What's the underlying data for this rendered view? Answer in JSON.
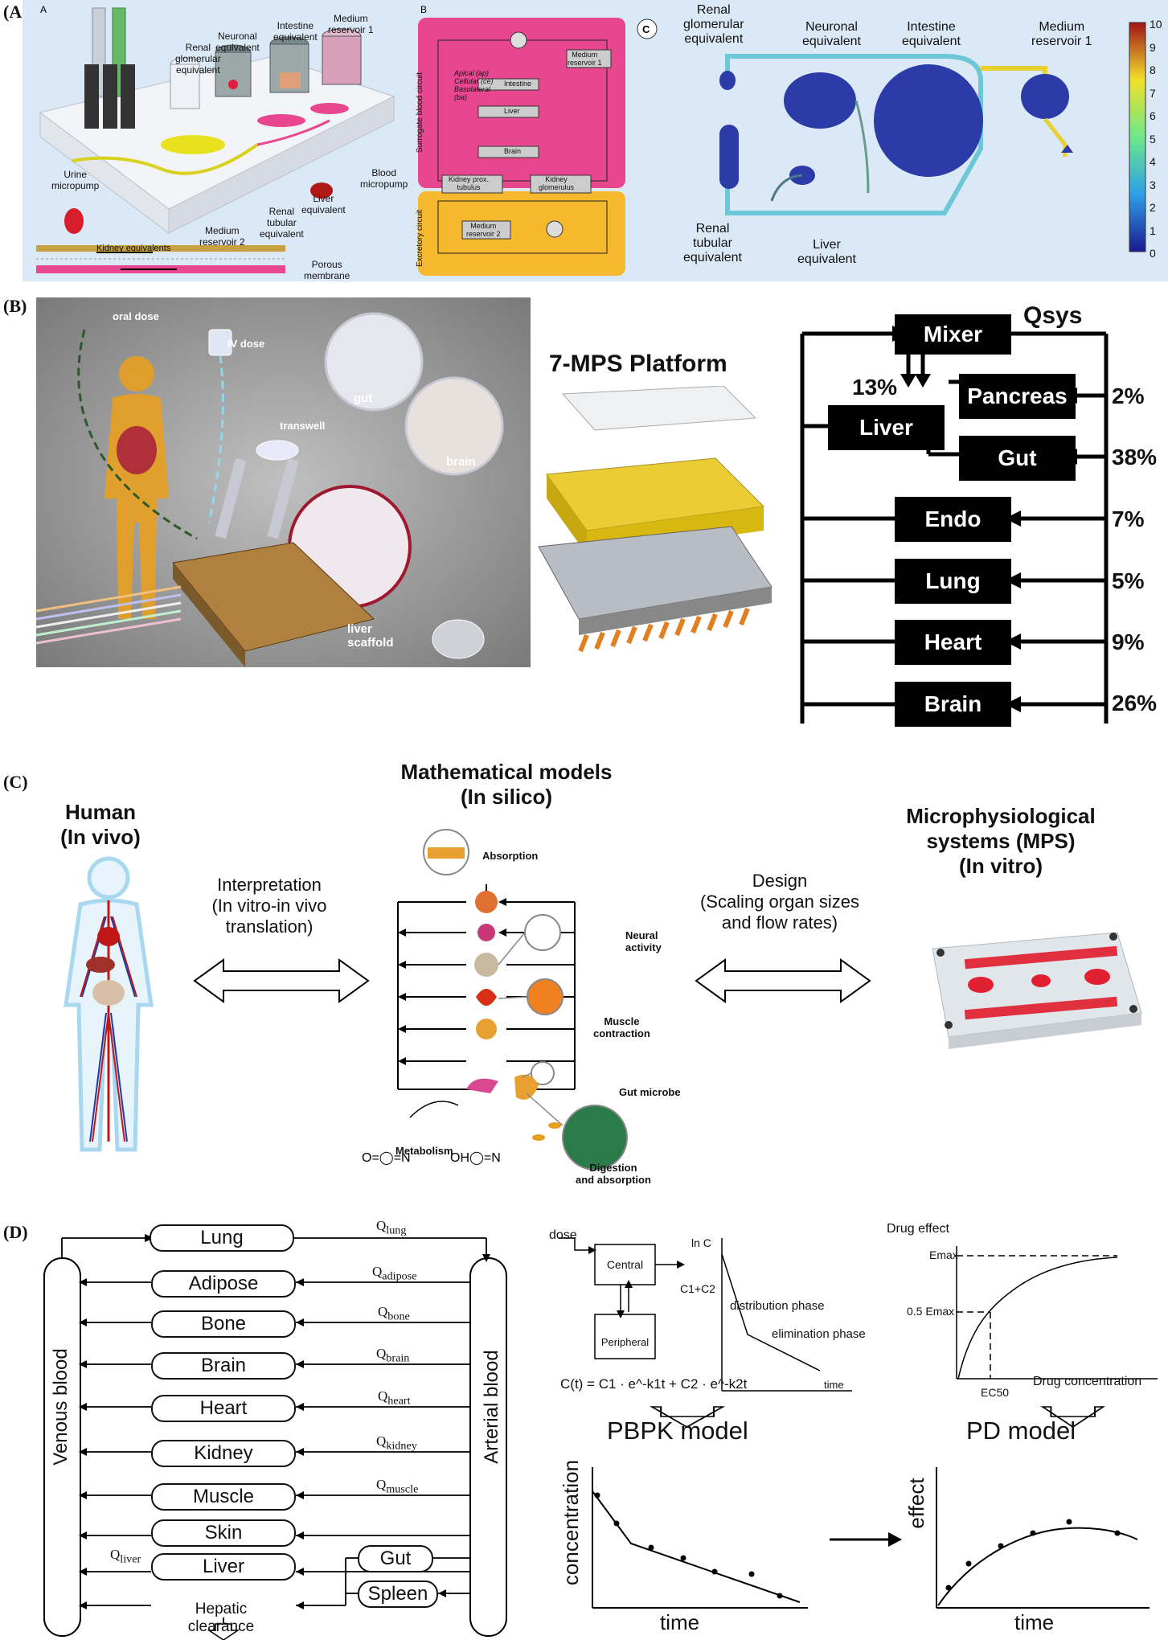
{
  "panels": {
    "a": "(A)",
    "b": "(B)",
    "c": "(C)",
    "d": "(D)"
  },
  "panel_a": {
    "sub_a": "A",
    "sub_b": "B",
    "sub_c": "C",
    "chip_labels": {
      "renal_glom": "Renal\nglomerular\nequivalent",
      "neuronal": "Neuronal\nequivalent",
      "intestine": "Intestine\nequivalent",
      "medium1": "Medium\nreservoir 1",
      "urine_pump": "Urine\nmicropump",
      "blood_pump": "Blood\nmicropump",
      "liver": "Liver\nequivalent",
      "renal_tub": "Renal\ntubular\nequivalent",
      "medium2": "Medium\nreservoir 2",
      "kidney_eq": "Kidney equivalents",
      "porous": "Porous\nmembrane"
    },
    "circuit": {
      "surrogate": "Surrogate blood circuit",
      "excretory": "Excretory circuit",
      "medium1": "Medium\nreservoir 1",
      "intestine": "Intestine",
      "liver": "Liver",
      "brain": "Brain",
      "kidney_prox": "Kidney prox.\ntubulus",
      "kidney_glom": "Kidney\nglomerulus",
      "medium2": "Medium\nreservoir 2",
      "layers": "Apical (ap)\nCellular (ce)\nBasolateral\n(ba)",
      "ba": "ba",
      "ce": "ce",
      "ap": "ap"
    },
    "sim": {
      "renal_glom": "Renal\nglomerular\nequivalent",
      "neuronal": "Neuronal\nequivalent",
      "intestine": "Intestine\nequivalent",
      "medium1": "Medium\nreservoir 1",
      "renal_tub": "Renal\ntubular\nequivalent",
      "liver": "Liver\nequivalent",
      "colorbar_ticks": [
        "10",
        "9",
        "8",
        "7",
        "6",
        "5",
        "4",
        "3",
        "2",
        "1",
        "0"
      ]
    }
  },
  "panel_b": {
    "oral_dose": "oral dose",
    "iv_dose": "IV dose",
    "gut": "gut",
    "brain": "brain",
    "transwell": "transwell",
    "liver_scaffold": "liver\nscaffold",
    "platform_title": "7-MPS Platform",
    "qsys": "Qsys",
    "boxes": {
      "mixer": "Mixer",
      "liver": "Liver",
      "pancreas": "Pancreas",
      "gut": "Gut",
      "endo": "Endo",
      "lung": "Lung",
      "heart": "Heart",
      "brain": "Brain"
    },
    "percents": {
      "liver": "13%",
      "pancreas": "2%",
      "gut": "38%",
      "endo": "7%",
      "lung": "5%",
      "heart": "9%",
      "brain": "26%"
    }
  },
  "panel_c": {
    "human_title": "Human\n(In vivo)",
    "math_title": "Mathematical models\n(In silico)",
    "mps_title": "Microphysiological\nsystems (MPS)\n(In vitro)",
    "interpretation": "Interpretation\n(In vitro-in vivo\ntranslation)",
    "design": "Design\n(Scaling organ sizes\nand flow rates)",
    "absorption": "Absorption",
    "neural": "Neural\nactivity",
    "muscle": "Muscle\ncontraction",
    "gut_microbe": "Gut microbe",
    "digestion": "Digestion\nand absorption",
    "metabolism": "Metabolism"
  },
  "panel_d": {
    "organs": [
      "Lung",
      "Adipose",
      "Bone",
      "Brain",
      "Heart",
      "Kidney",
      "Muscle",
      "Skin",
      "Liver"
    ],
    "gut": "Gut",
    "spleen": "Spleen",
    "flows": [
      {
        "q": "Q",
        "sub": "lung"
      },
      {
        "q": "Q",
        "sub": "adipose"
      },
      {
        "q": "Q",
        "sub": "bone"
      },
      {
        "q": "Q",
        "sub": "brain"
      },
      {
        "q": "Q",
        "sub": "heart"
      },
      {
        "q": "Q",
        "sub": "kidney"
      },
      {
        "q": "Q",
        "sub": "muscle"
      }
    ],
    "qliver": {
      "q": "Q",
      "sub": "liver"
    },
    "venous": "Venous blood",
    "arterial": "Arterial blood",
    "hepatic": "Hepatic\nclearance",
    "pbpk": {
      "dose": "dose",
      "central": "Central",
      "peripheral": "Peripheral",
      "lnc": "ln C",
      "c1c2": "C1+C2",
      "distribution": "distribution phase",
      "elimination": "elimination phase",
      "time": "time",
      "equation": "C(t) = C1 · e^-k1t + C2 · e^-k2t",
      "model": "PBPK model"
    },
    "pd": {
      "drug_effect": "Drug effect",
      "emax": "Emax",
      "half_emax": "0.5 Emax",
      "ec50": "EC50",
      "drug_conc": "Drug concentration",
      "model": "PD model"
    },
    "bottom": {
      "concentration": "concentration",
      "effect": "effect",
      "time1": "time",
      "time2": "time"
    }
  },
  "colors": {
    "pink": "#e8478f",
    "yellow": "#f5b82e",
    "light_blue": "#dbe9f7",
    "dark_blue": "#1f2e8f"
  }
}
